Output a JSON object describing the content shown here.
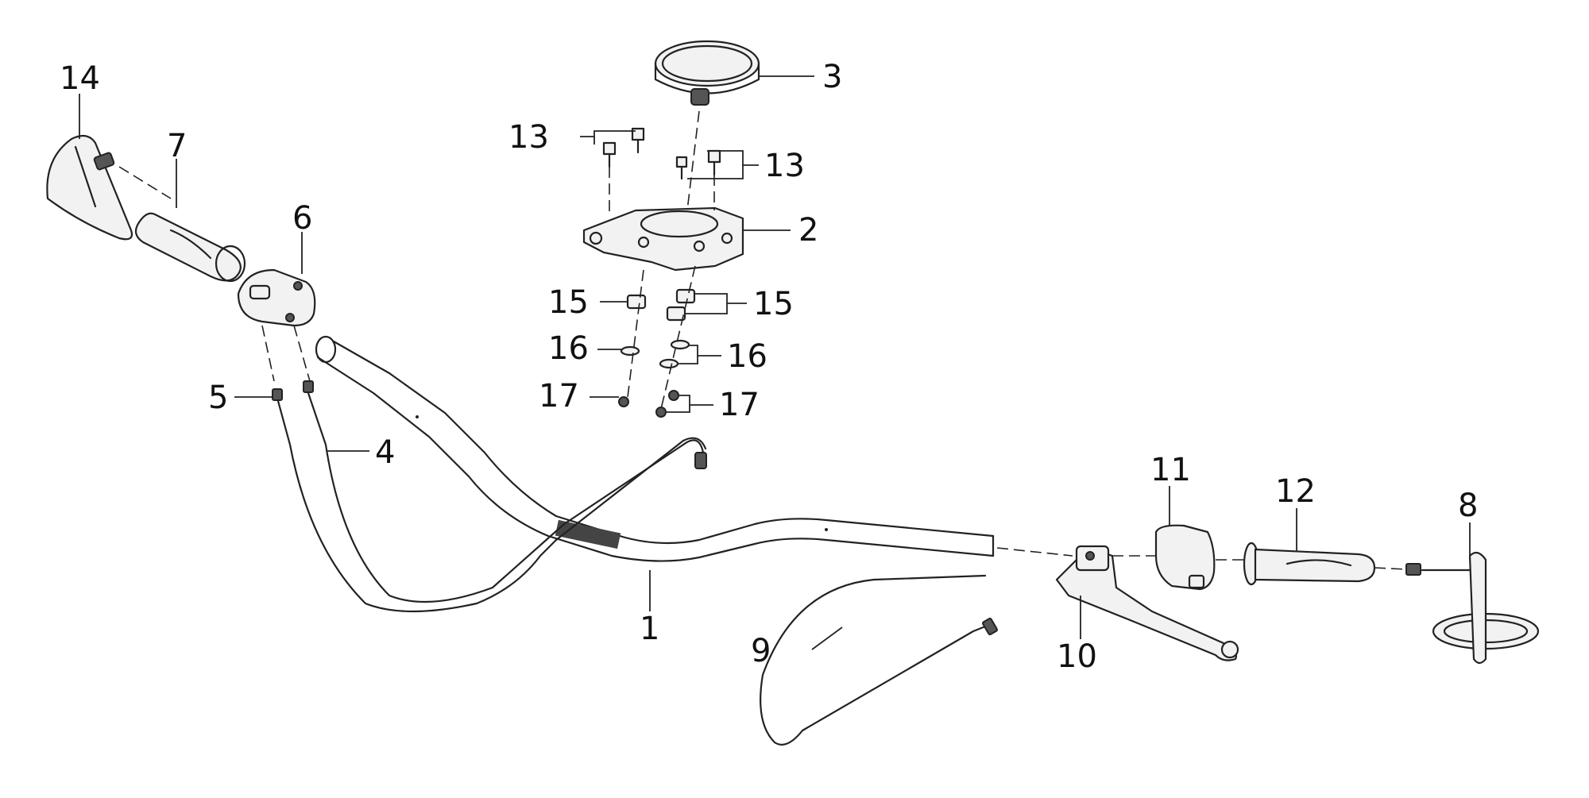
{
  "diagram": {
    "callouts": {
      "c1": "1",
      "c2": "2",
      "c3": "3",
      "c4": "4",
      "c5": "5",
      "c6": "6",
      "c7": "7",
      "c8": "8",
      "c9": "9",
      "c10": "10",
      "c11": "11",
      "c12": "12",
      "c13a": "13",
      "c13b": "13",
      "c14": "14",
      "c15a": "15",
      "c15b": "15",
      "c16a": "16",
      "c16b": "16",
      "c17a": "17",
      "c17b": "17"
    }
  }
}
